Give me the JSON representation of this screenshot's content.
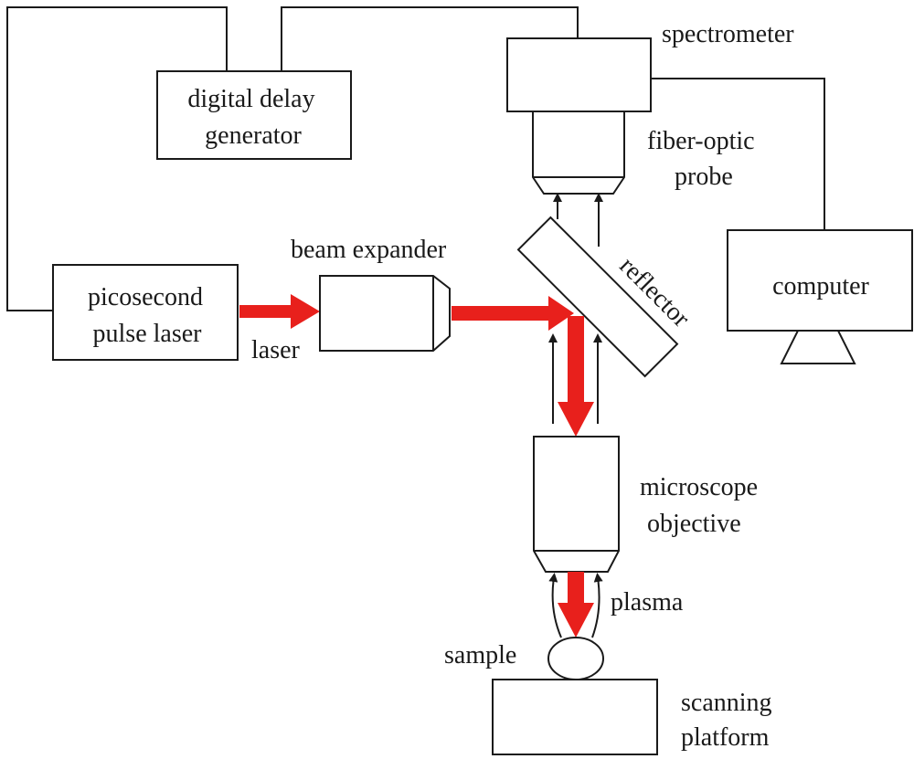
{
  "labels": {
    "digital_delay_generator_line1": "digital delay",
    "digital_delay_generator_line2": "generator",
    "spectrometer": "spectrometer",
    "fiber_optic_probe_line1": "fiber-optic",
    "fiber_optic_probe_line2": "probe",
    "beam_expander": "beam expander",
    "picosecond_laser_line1": "picosecond",
    "picosecond_laser_line2": "pulse laser",
    "laser": "laser",
    "reflector": "reflector",
    "computer": "computer",
    "microscope_objective_line1": "microscope",
    "microscope_objective_line2": "objective",
    "plasma": "plasma",
    "sample": "sample",
    "scanning_platform_line1": "scanning",
    "scanning_platform_line2": "platform"
  },
  "colors": {
    "laser_beam": "#e8201c",
    "lines": "#1a1a1a",
    "background": "#ffffff"
  }
}
